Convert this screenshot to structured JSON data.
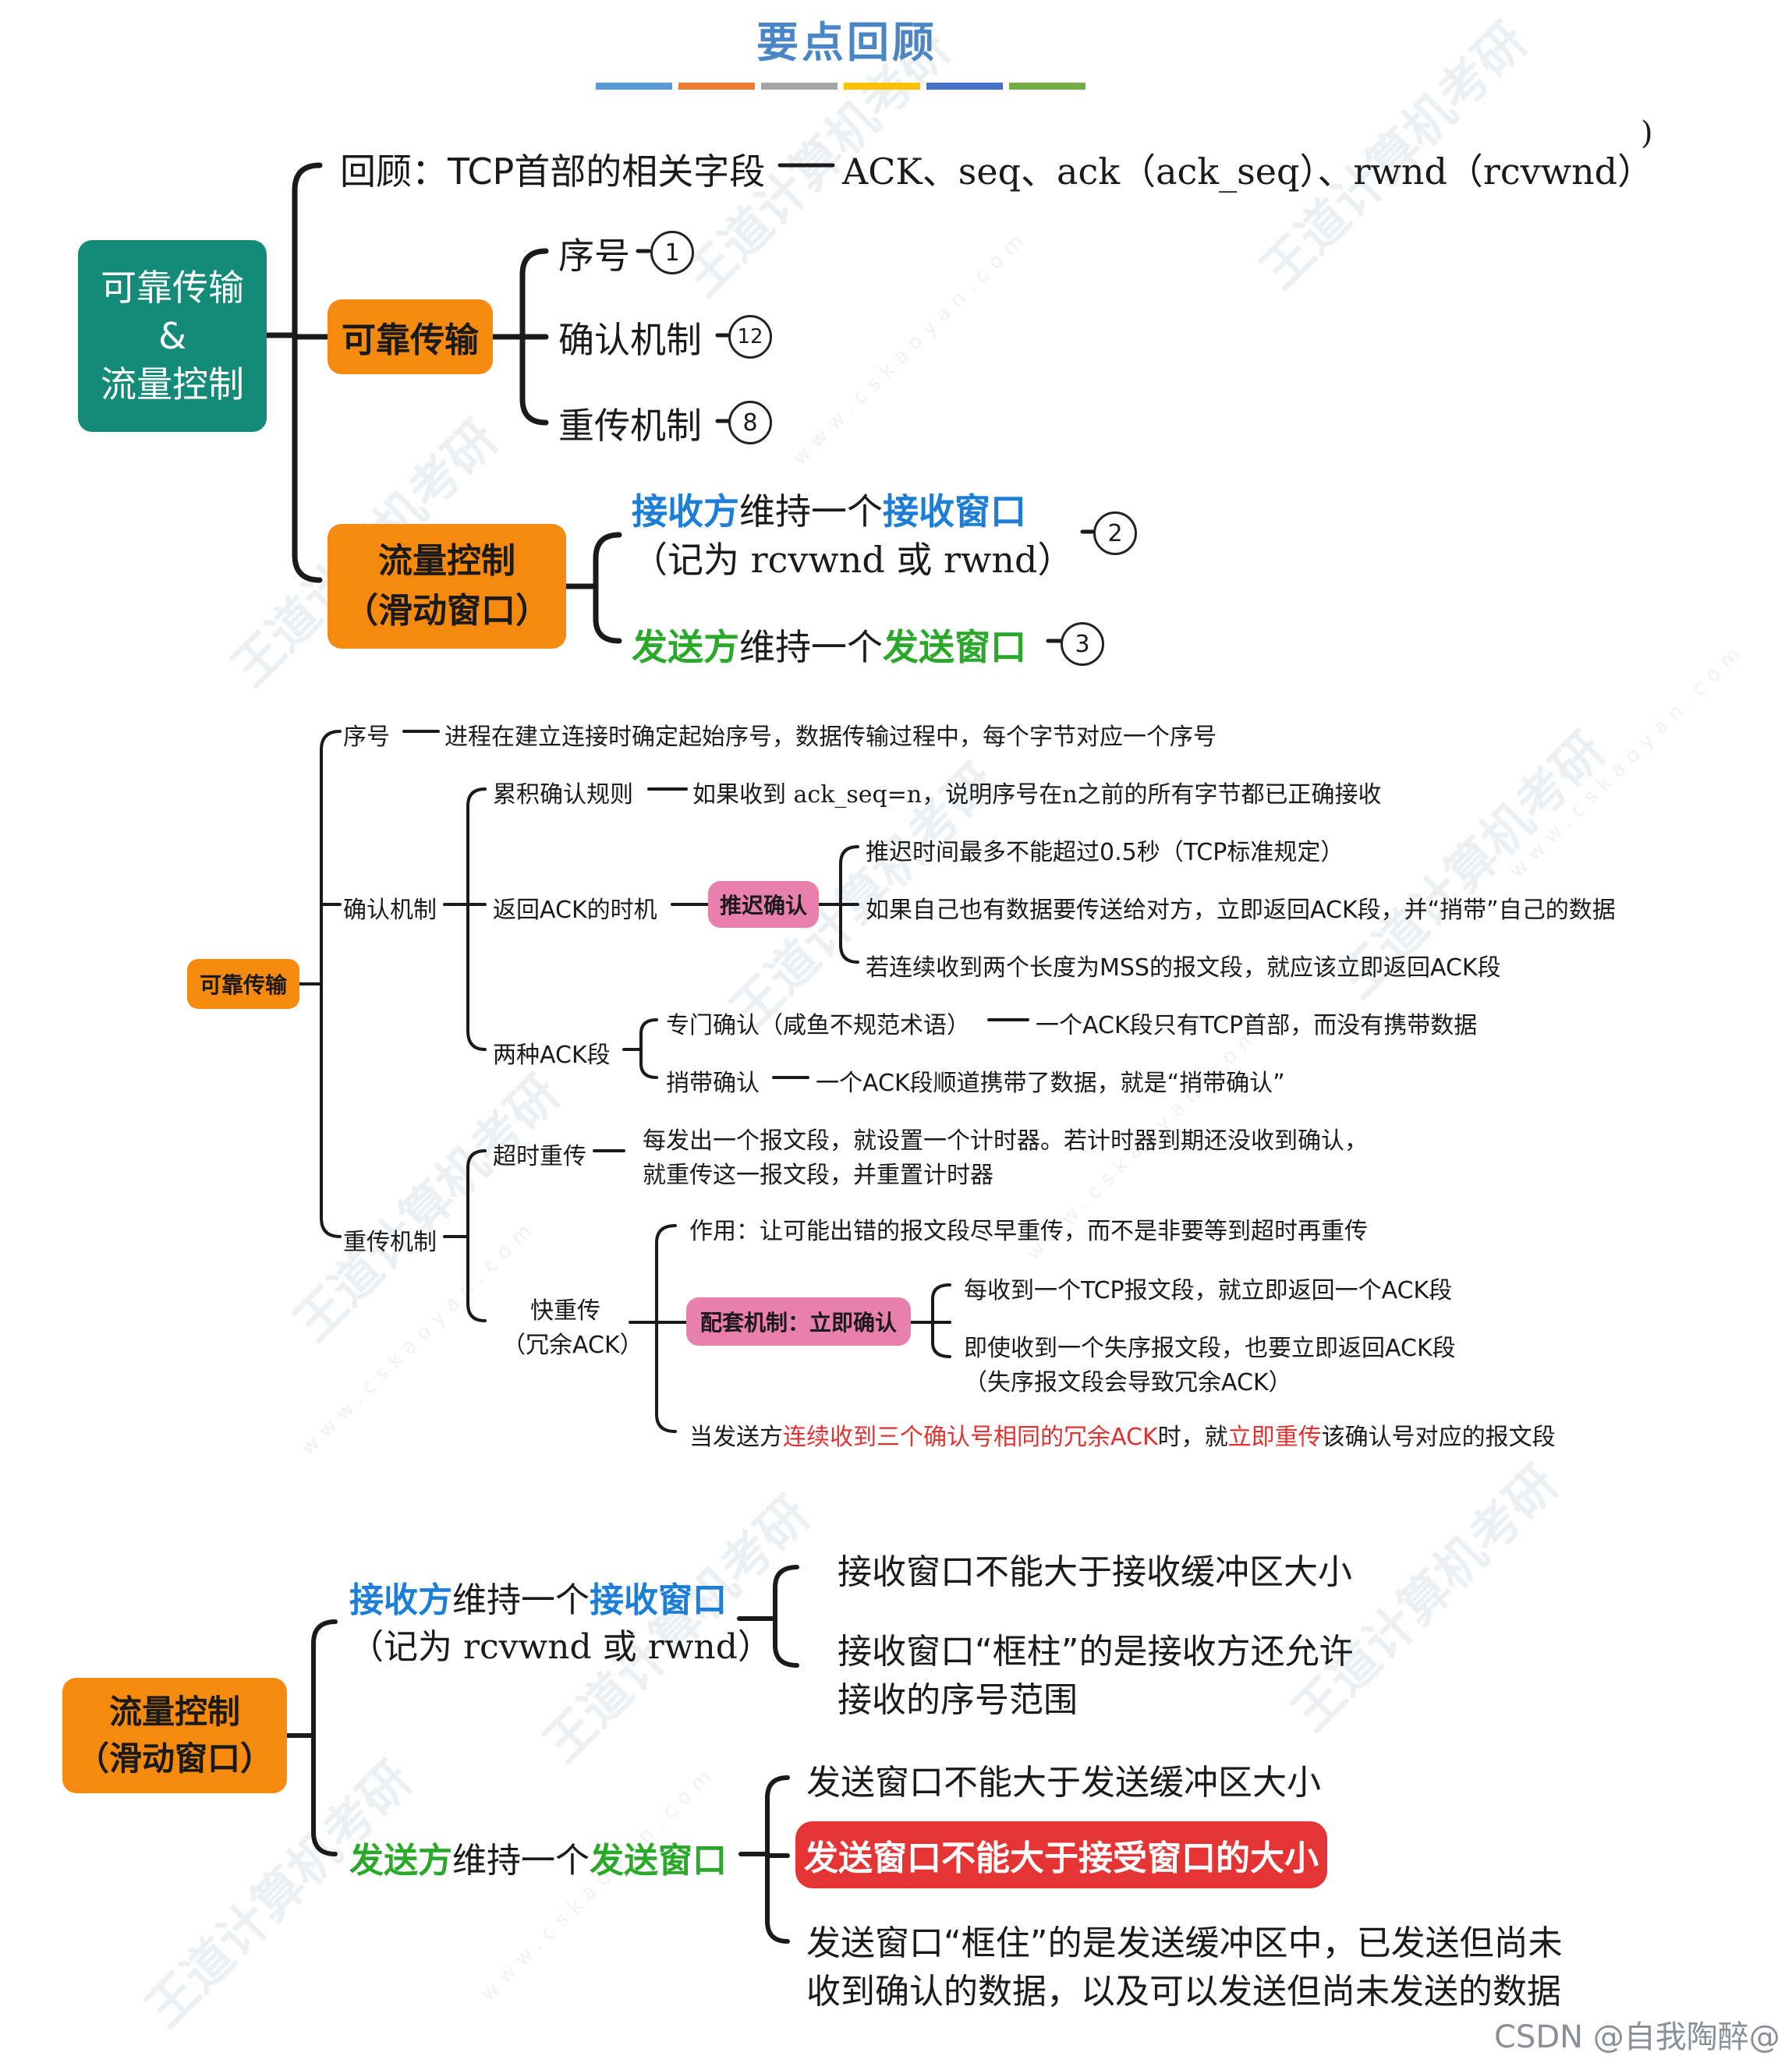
{
  "title": "要点回顾",
  "title_bar_colors": [
    "#5b9bd5",
    "#ed7d31",
    "#a5a5a5",
    "#ffc000",
    "#4472c4",
    "#70ad47"
  ],
  "colors": {
    "orange": "#f68a0f",
    "teal": "#148a78",
    "pink": "#e97fad",
    "red_box": "#e53434",
    "blue": "#1c7ed6",
    "green": "#2aa82a",
    "red_text": "#e03131"
  },
  "watermark": {
    "brand": "王道计算机考研",
    "url": "www.cskaoyan.com"
  },
  "footer": "CSDN @自我陶醉@",
  "section1": {
    "root": {
      "line1": "可靠传输",
      "line2": "&",
      "line3": "流量控制"
    },
    "review": {
      "label": "回顾：TCP首部的相关字段",
      "fields": "ACK、seq、ack（ack_seq）、rwnd（rcvwnd）",
      "stray": ")"
    },
    "reliable": {
      "label": "可靠传输",
      "items": [
        {
          "label": "序号",
          "num": "1"
        },
        {
          "label": "确认机制",
          "num": "12"
        },
        {
          "label": "重传机制",
          "num": "8"
        }
      ]
    },
    "flow": {
      "label1": "流量控制",
      "label2": "（滑动窗口）",
      "receiver": {
        "a": "接收方",
        "b": "维持一个",
        "c": "接收窗口",
        "note": "（记为 rcvwnd 或 rwnd）",
        "num": "2"
      },
      "sender": {
        "a": "发送方",
        "b": "维持一个",
        "c": "发送窗口",
        "num": "3"
      }
    }
  },
  "section2": {
    "root": "可靠传输",
    "seq": {
      "label": "序号",
      "desc": "进程在建立连接时确定起始序号，数据传输过程中，每个字节对应一个序号"
    },
    "ack": {
      "label": "确认机制",
      "cumulative": {
        "label": "累积确认规则",
        "desc": "如果收到 ack_seq=n，说明序号在n之前的所有字节都已正确接收"
      },
      "timing": {
        "label": "返回ACK的时机",
        "tag": "推迟确认",
        "items": [
          "推迟时间最多不能超过0.5秒（TCP标准规定）",
          "如果自己也有数据要传送给对方，立即返回ACK段，并“捎带”自己的数据",
          "若连续收到两个长度为MSS的报文段，就应该立即返回ACK段"
        ]
      },
      "types": {
        "label": "两种ACK段",
        "dedicated": {
          "label": "专门确认（咸鱼不规范术语）",
          "desc": "一个ACK段只有TCP首部，而没有携带数据"
        },
        "piggyback": {
          "label": "捎带确认",
          "desc": "一个ACK段顺道携带了数据，就是“捎带确认”"
        }
      }
    },
    "retrans": {
      "label": "重传机制",
      "timeout": {
        "label": "超时重传",
        "desc1": "每发出一个报文段，就设置一个计时器。若计时器到期还没收到确认，",
        "desc2": "就重传这一报文段，并重置计时器"
      },
      "fast": {
        "label1": "快重传",
        "label2": "（冗余ACK）",
        "purpose": "作用：让可能出错的报文段尽早重传，而不是非要等到超时再重传",
        "mech": {
          "tag": "配套机制：立即确认",
          "item1": "每收到一个TCP报文段，就立即返回一个ACK段",
          "item2a": "即使收到一个失序报文段，也要立即返回ACK段",
          "item2b": "（失序报文段会导致冗余ACK）"
        },
        "rule": {
          "a": "当发送方",
          "b": "连续收到三个确认号相同的冗余ACK",
          "c": "时，就",
          "d": "立即重传",
          "e": "该确认号对应的报文段"
        }
      }
    }
  },
  "section3": {
    "root1": "流量控制",
    "root2": "（滑动窗口）",
    "receiver": {
      "a": "接收方",
      "b": "维持一个",
      "c": "接收窗口",
      "note": "（记为 rcvwnd 或 rwnd）",
      "item1": "接收窗口不能大于接收缓冲区大小",
      "item2a": "接收窗口“框柱”的是接收方还允许",
      "item2b": "接收的序号范围"
    },
    "sender": {
      "a": "发送方",
      "b": "维持一个",
      "c": "发送窗口",
      "item1": "发送窗口不能大于发送缓冲区大小",
      "item2": "发送窗口不能大于接受窗口的大小",
      "item3a": "发送窗口“框住”的是发送缓冲区中，已发送但尚未",
      "item3b": "收到确认的数据，以及可以发送但尚未发送的数据"
    }
  }
}
